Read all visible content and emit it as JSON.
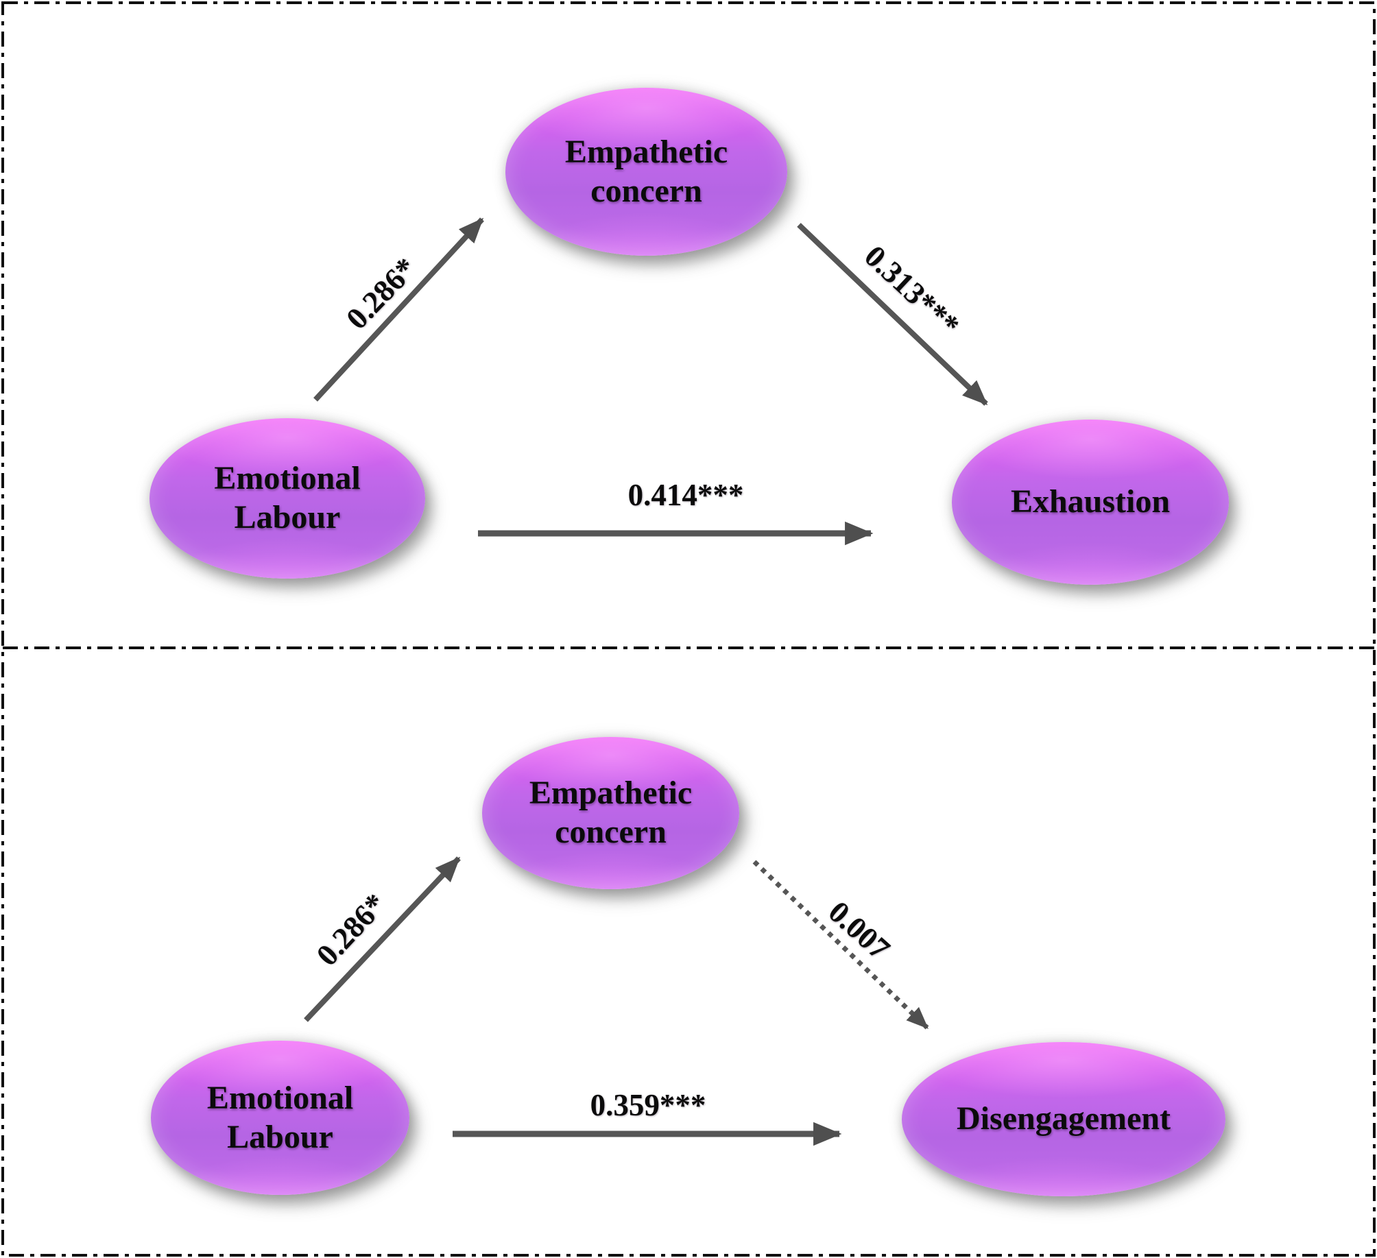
{
  "figure": {
    "description": "Two-panel mediation path diagram",
    "colors": {
      "node_fill": "#bb66e8",
      "node_highlight": "#ee62f5",
      "arrow": "#565656",
      "border": "#0d0d0d",
      "background": "#ffffff",
      "text": "#0b0b0b"
    },
    "panels": [
      {
        "id": "model-exhaustion",
        "nodes": {
          "mediator": {
            "line1": "Empathetic",
            "line2": "concern"
          },
          "predictor": {
            "line1": "Emotional",
            "line2": "Labour"
          },
          "outcome": {
            "line1": "Exhaustion"
          }
        },
        "paths": {
          "a": "0.286*",
          "b": "0.313***",
          "c": "0.414***"
        }
      },
      {
        "id": "model-disengagement",
        "nodes": {
          "mediator": {
            "line1": "Empathetic",
            "line2": "concern"
          },
          "predictor": {
            "line1": "Emotional",
            "line2": "Labour"
          },
          "outcome": {
            "line1": "Disengagement"
          }
        },
        "paths": {
          "a": "0.286*",
          "b": "0.007",
          "c": "0.359***"
        }
      }
    ]
  }
}
